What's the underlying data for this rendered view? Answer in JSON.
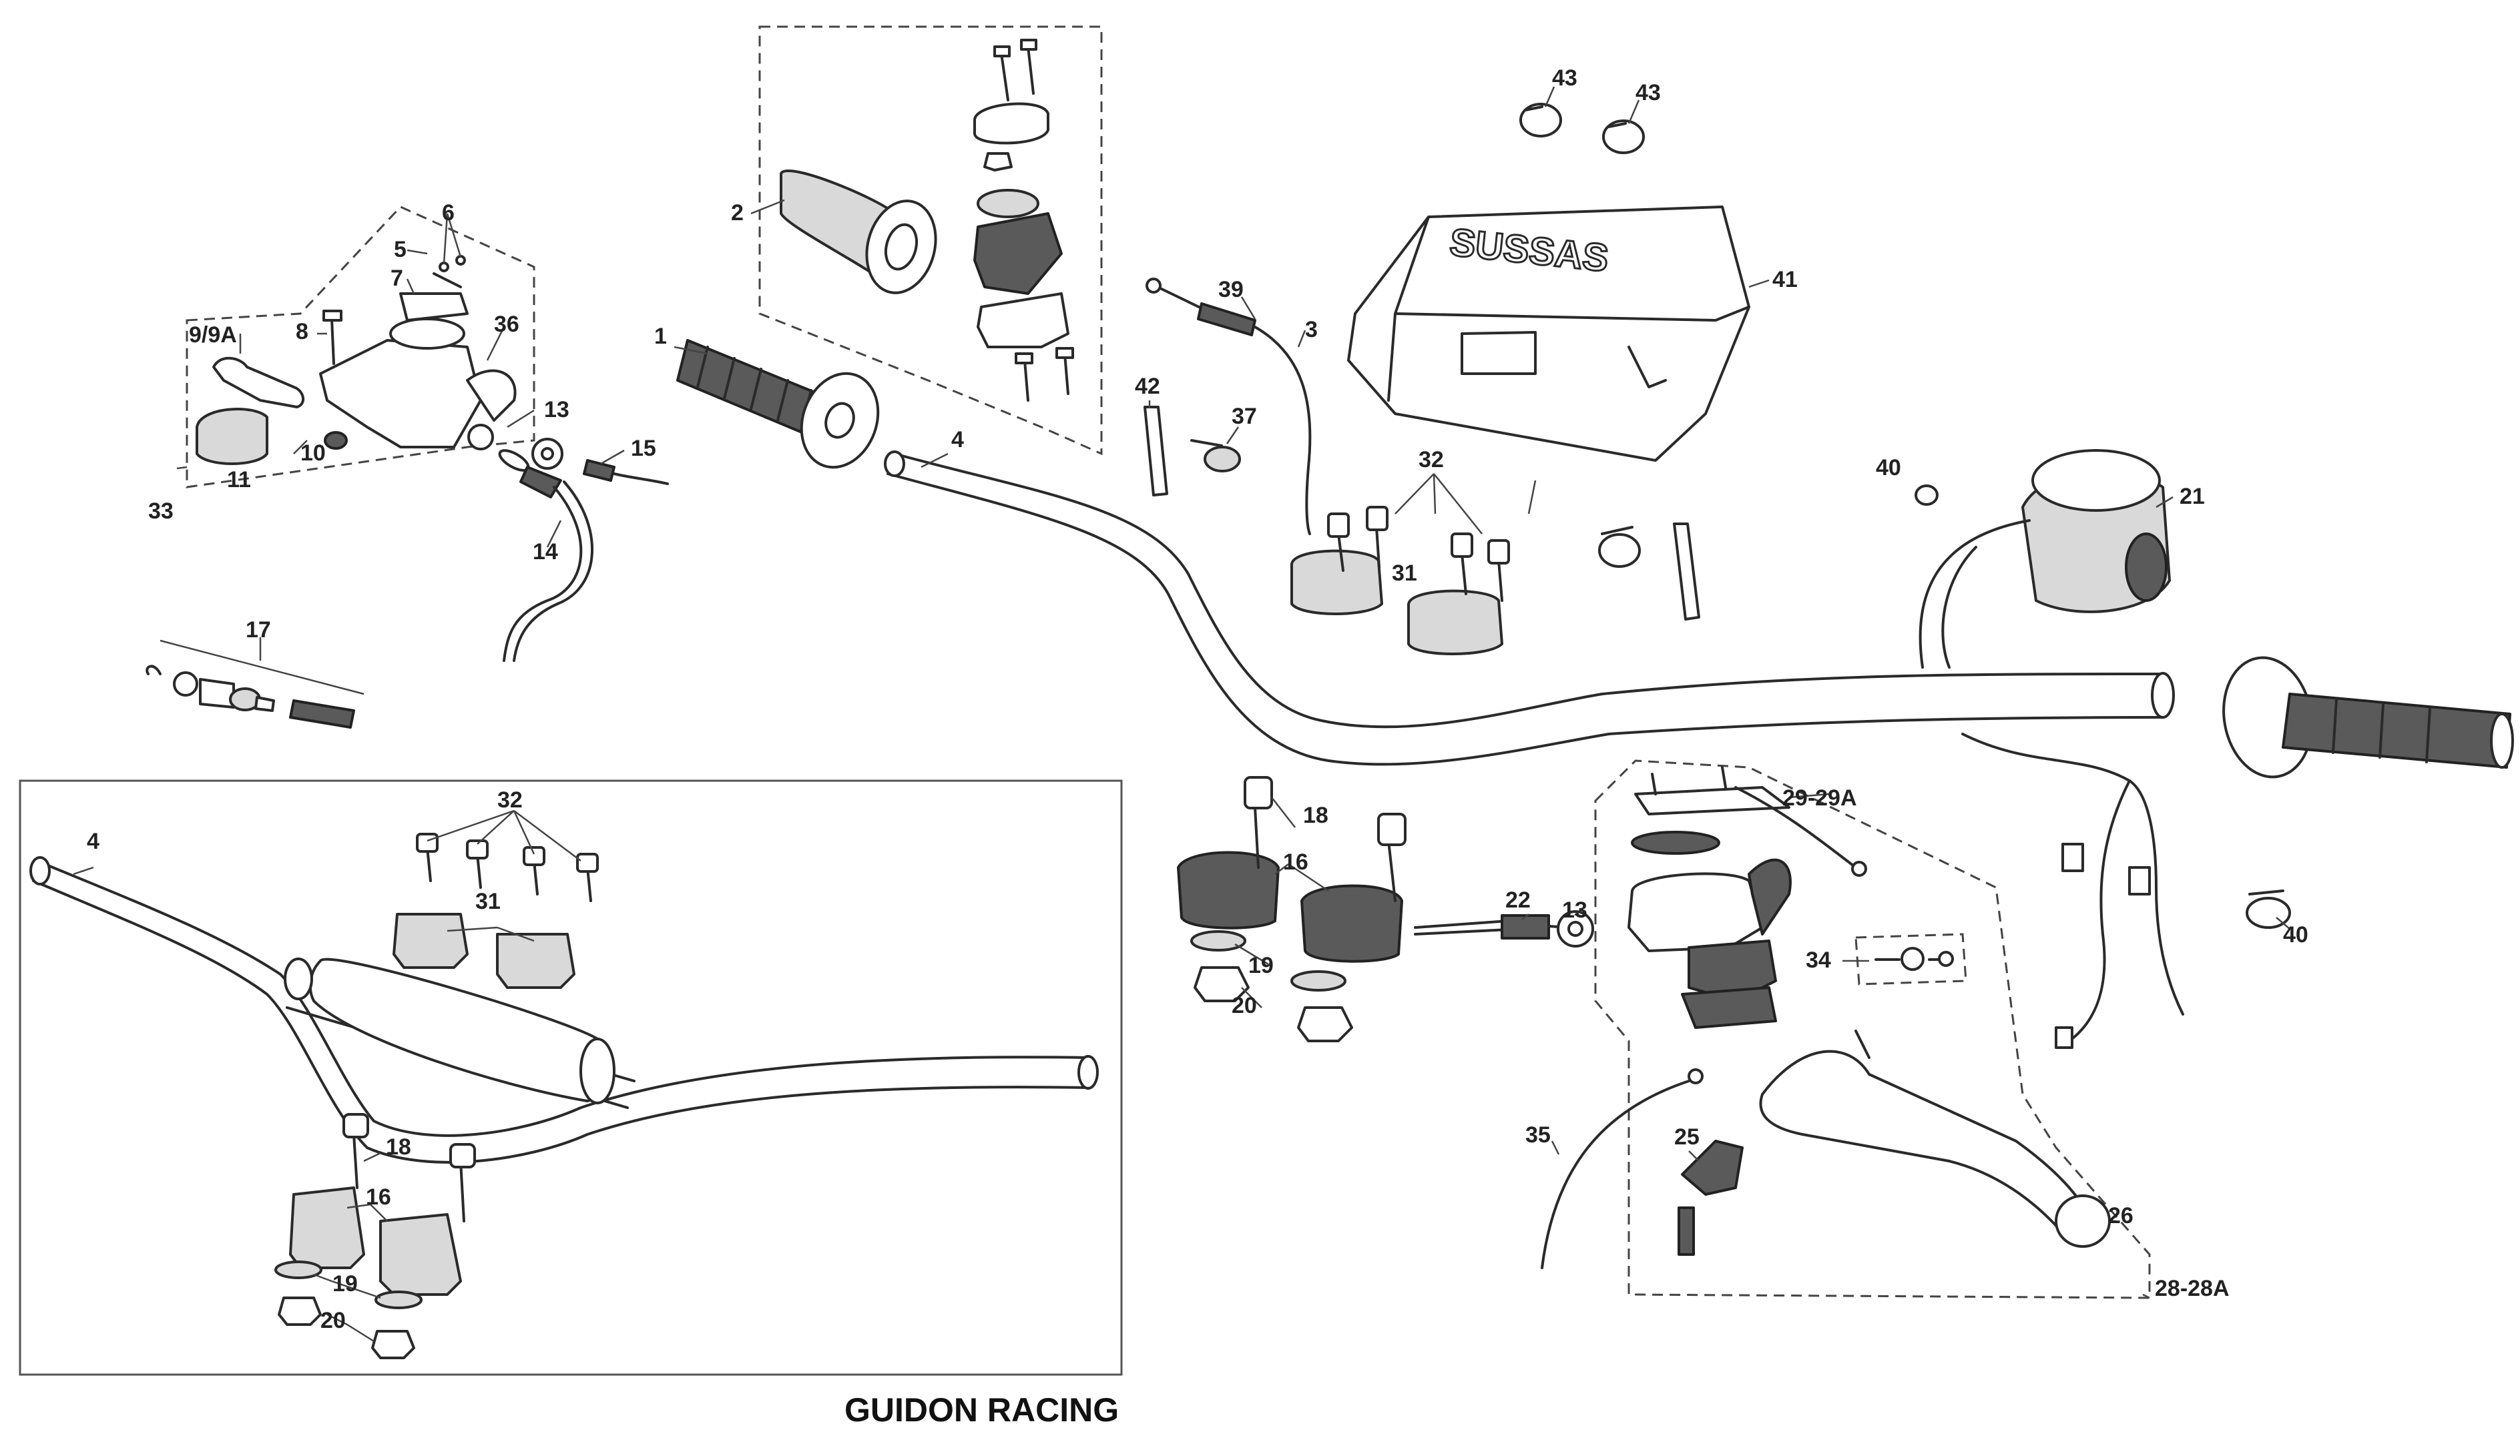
{
  "caption": "GUIDON RACING",
  "labels": {
    "l1": "1",
    "l2": "2",
    "l3": "3",
    "l4a": "4",
    "l4b": "4",
    "l5": "5",
    "l6": "6",
    "l7": "7",
    "l8": "8",
    "l9": "9/9A",
    "l10": "10",
    "l11": "11",
    "l13a": "13",
    "l13b": "13",
    "l14": "14",
    "l15": "15",
    "l16a": "16",
    "l16b": "16",
    "l17": "17",
    "l18a": "18",
    "l18b": "18",
    "l19a": "19",
    "l19b": "19",
    "l20a": "20",
    "l20b": "20",
    "l21": "21",
    "l22": "22",
    "l25": "25",
    "l26": "26",
    "l28": "28-28A",
    "l29": "29-29A",
    "l31a": "31",
    "l31b": "31",
    "l32a": "32",
    "l32b": "32",
    "l33": "33",
    "l34": "34",
    "l35": "35",
    "l36": "36",
    "l37": "37",
    "l39": "39",
    "l40a": "40",
    "l40b": "40",
    "l41": "41",
    "l42": "42",
    "l43a": "43",
    "l43b": "43"
  },
  "cover_logo": "SUSSAS",
  "colors": {
    "ink": "#2a2a2a",
    "background": "#ffffff",
    "frame": "#555555"
  }
}
